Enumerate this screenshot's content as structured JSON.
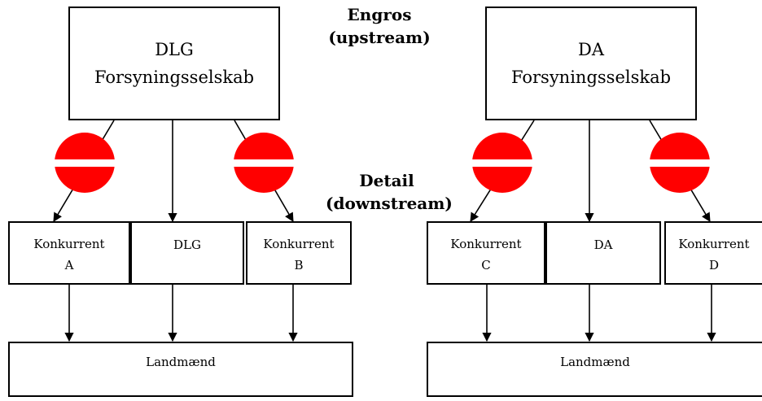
{
  "levels": {
    "wholesale": [
      "Engros",
      "(upstream)"
    ],
    "retail": [
      "Detail",
      "(downstream)"
    ]
  },
  "left_group": {
    "supplier": [
      "DLG",
      "Forsyningsselskab"
    ],
    "retailers": [
      {
        "line1": "Konkurrent",
        "line2": "A"
      },
      {
        "line1": "DLG",
        "line2": ""
      },
      {
        "line1": "Konkurrent",
        "line2": "B"
      }
    ],
    "customers": "Landmænd"
  },
  "right_group": {
    "supplier": [
      "DA",
      "Forsyningsselskab"
    ],
    "retailers": [
      {
        "line1": "Konkurrent",
        "line2": "C"
      },
      {
        "line1": "DA",
        "line2": ""
      },
      {
        "line1": "Konkurrent",
        "line2": "D"
      }
    ],
    "customers": "Landmænd"
  },
  "colors": {
    "no_entry_sign": "#ff0000",
    "no_entry_bar": "#ffffff",
    "lines": "#000000"
  },
  "icons": {
    "blocked_supply": "no-entry-sign-icon"
  }
}
